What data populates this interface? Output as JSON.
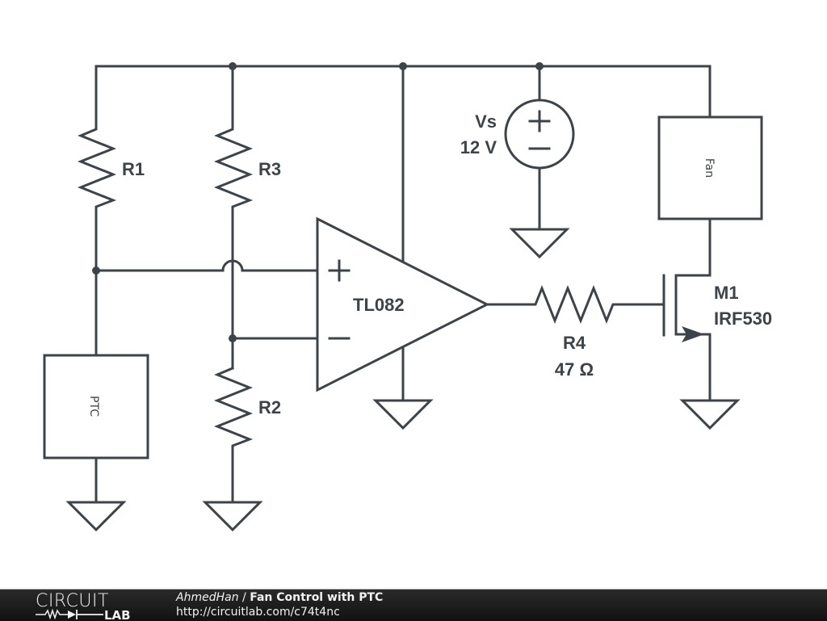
{
  "schematic": {
    "components": {
      "r1": {
        "label": "R1"
      },
      "r2": {
        "label": "R2"
      },
      "r3": {
        "label": "R3"
      },
      "r4": {
        "label": "R4",
        "value": "47 Ω"
      },
      "vs": {
        "label": "Vs",
        "value": "12 V"
      },
      "opamp": {
        "label": "TL082",
        "plus": "+",
        "minus": "−"
      },
      "m1": {
        "label": "M1",
        "part": "IRF530"
      },
      "fan": {
        "label": "Fan"
      },
      "ptc": {
        "label": "PTC"
      },
      "vs_plus": "+",
      "vs_minus": "−"
    },
    "colors": {
      "wire": "#3d4449",
      "background": "#ffffff"
    }
  },
  "footer": {
    "logo_top": "CIRCUIT",
    "logo_bottom": "LAB",
    "author": "AhmedHan",
    "separator": " / ",
    "title": "Fan Control with PTC",
    "url": "http://circuitlab.com/c74t4nc"
  }
}
